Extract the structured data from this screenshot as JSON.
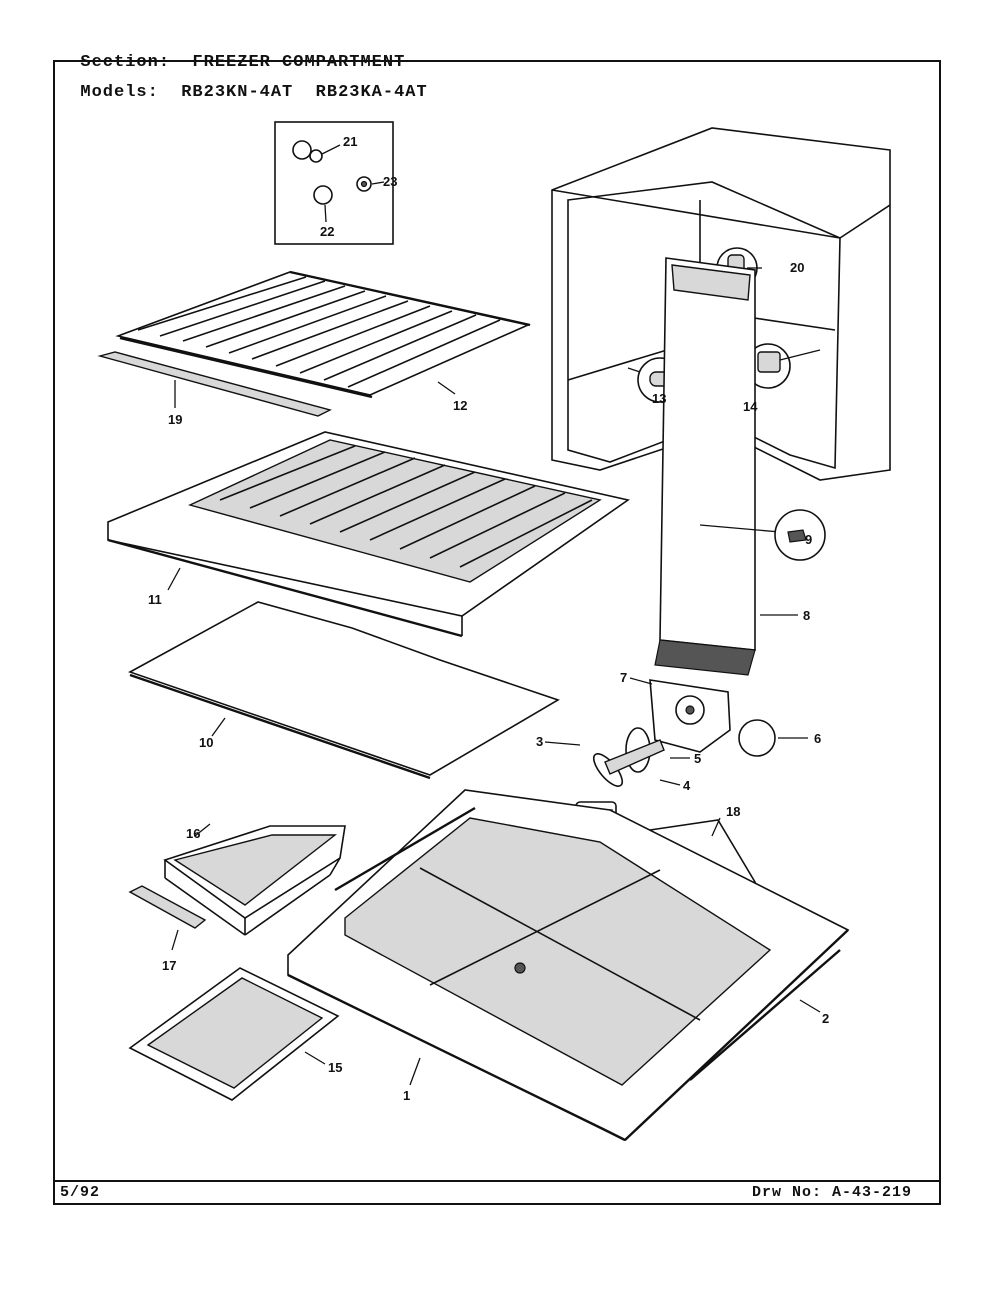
{
  "header": {
    "section_label": "Section:",
    "section_value": "FREEZER COMPARTMENT",
    "models_label": "Models:",
    "model_1": "RB23KN-4AT",
    "model_2": "RB23KA-4AT"
  },
  "footer": {
    "date": "5/92",
    "drawing_no": "Drw No: A-43-219"
  },
  "callouts": {
    "p1": "1",
    "p2": "2",
    "p3": "3",
    "p4": "4",
    "p5": "5",
    "p6": "6",
    "p7": "7",
    "p8": "8",
    "p9": "9",
    "p10": "10",
    "p11": "11",
    "p12": "12",
    "p13": "13",
    "p14": "14",
    "p15": "15",
    "p16": "16",
    "p17": "17",
    "p18": "18",
    "p19": "19",
    "p20": "20",
    "p21": "21",
    "p22": "22",
    "p23": "23"
  }
}
